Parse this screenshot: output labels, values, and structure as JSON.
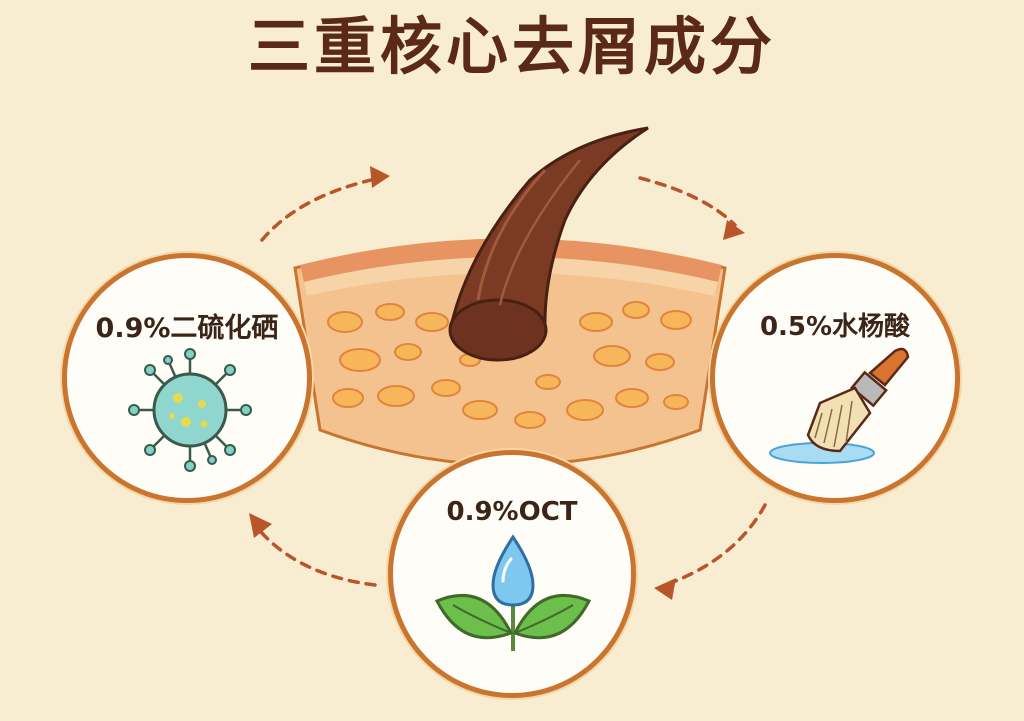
{
  "title": "三重核心去屑成分",
  "ingredients": [
    {
      "label": "0.9%二硫化硒",
      "icon": "microbe-icon"
    },
    {
      "label": "0.5%水杨酸",
      "icon": "brush-icon"
    },
    {
      "label": "0.9%OCT",
      "icon": "water-drop-leaf-icon"
    }
  ],
  "colors": {
    "background": "#f8ecd1",
    "title": "#5a2a17",
    "circle_border": "#c9742f",
    "arrow": "#b8562a",
    "hair": "#6e3320",
    "skin": "#f1b178"
  }
}
